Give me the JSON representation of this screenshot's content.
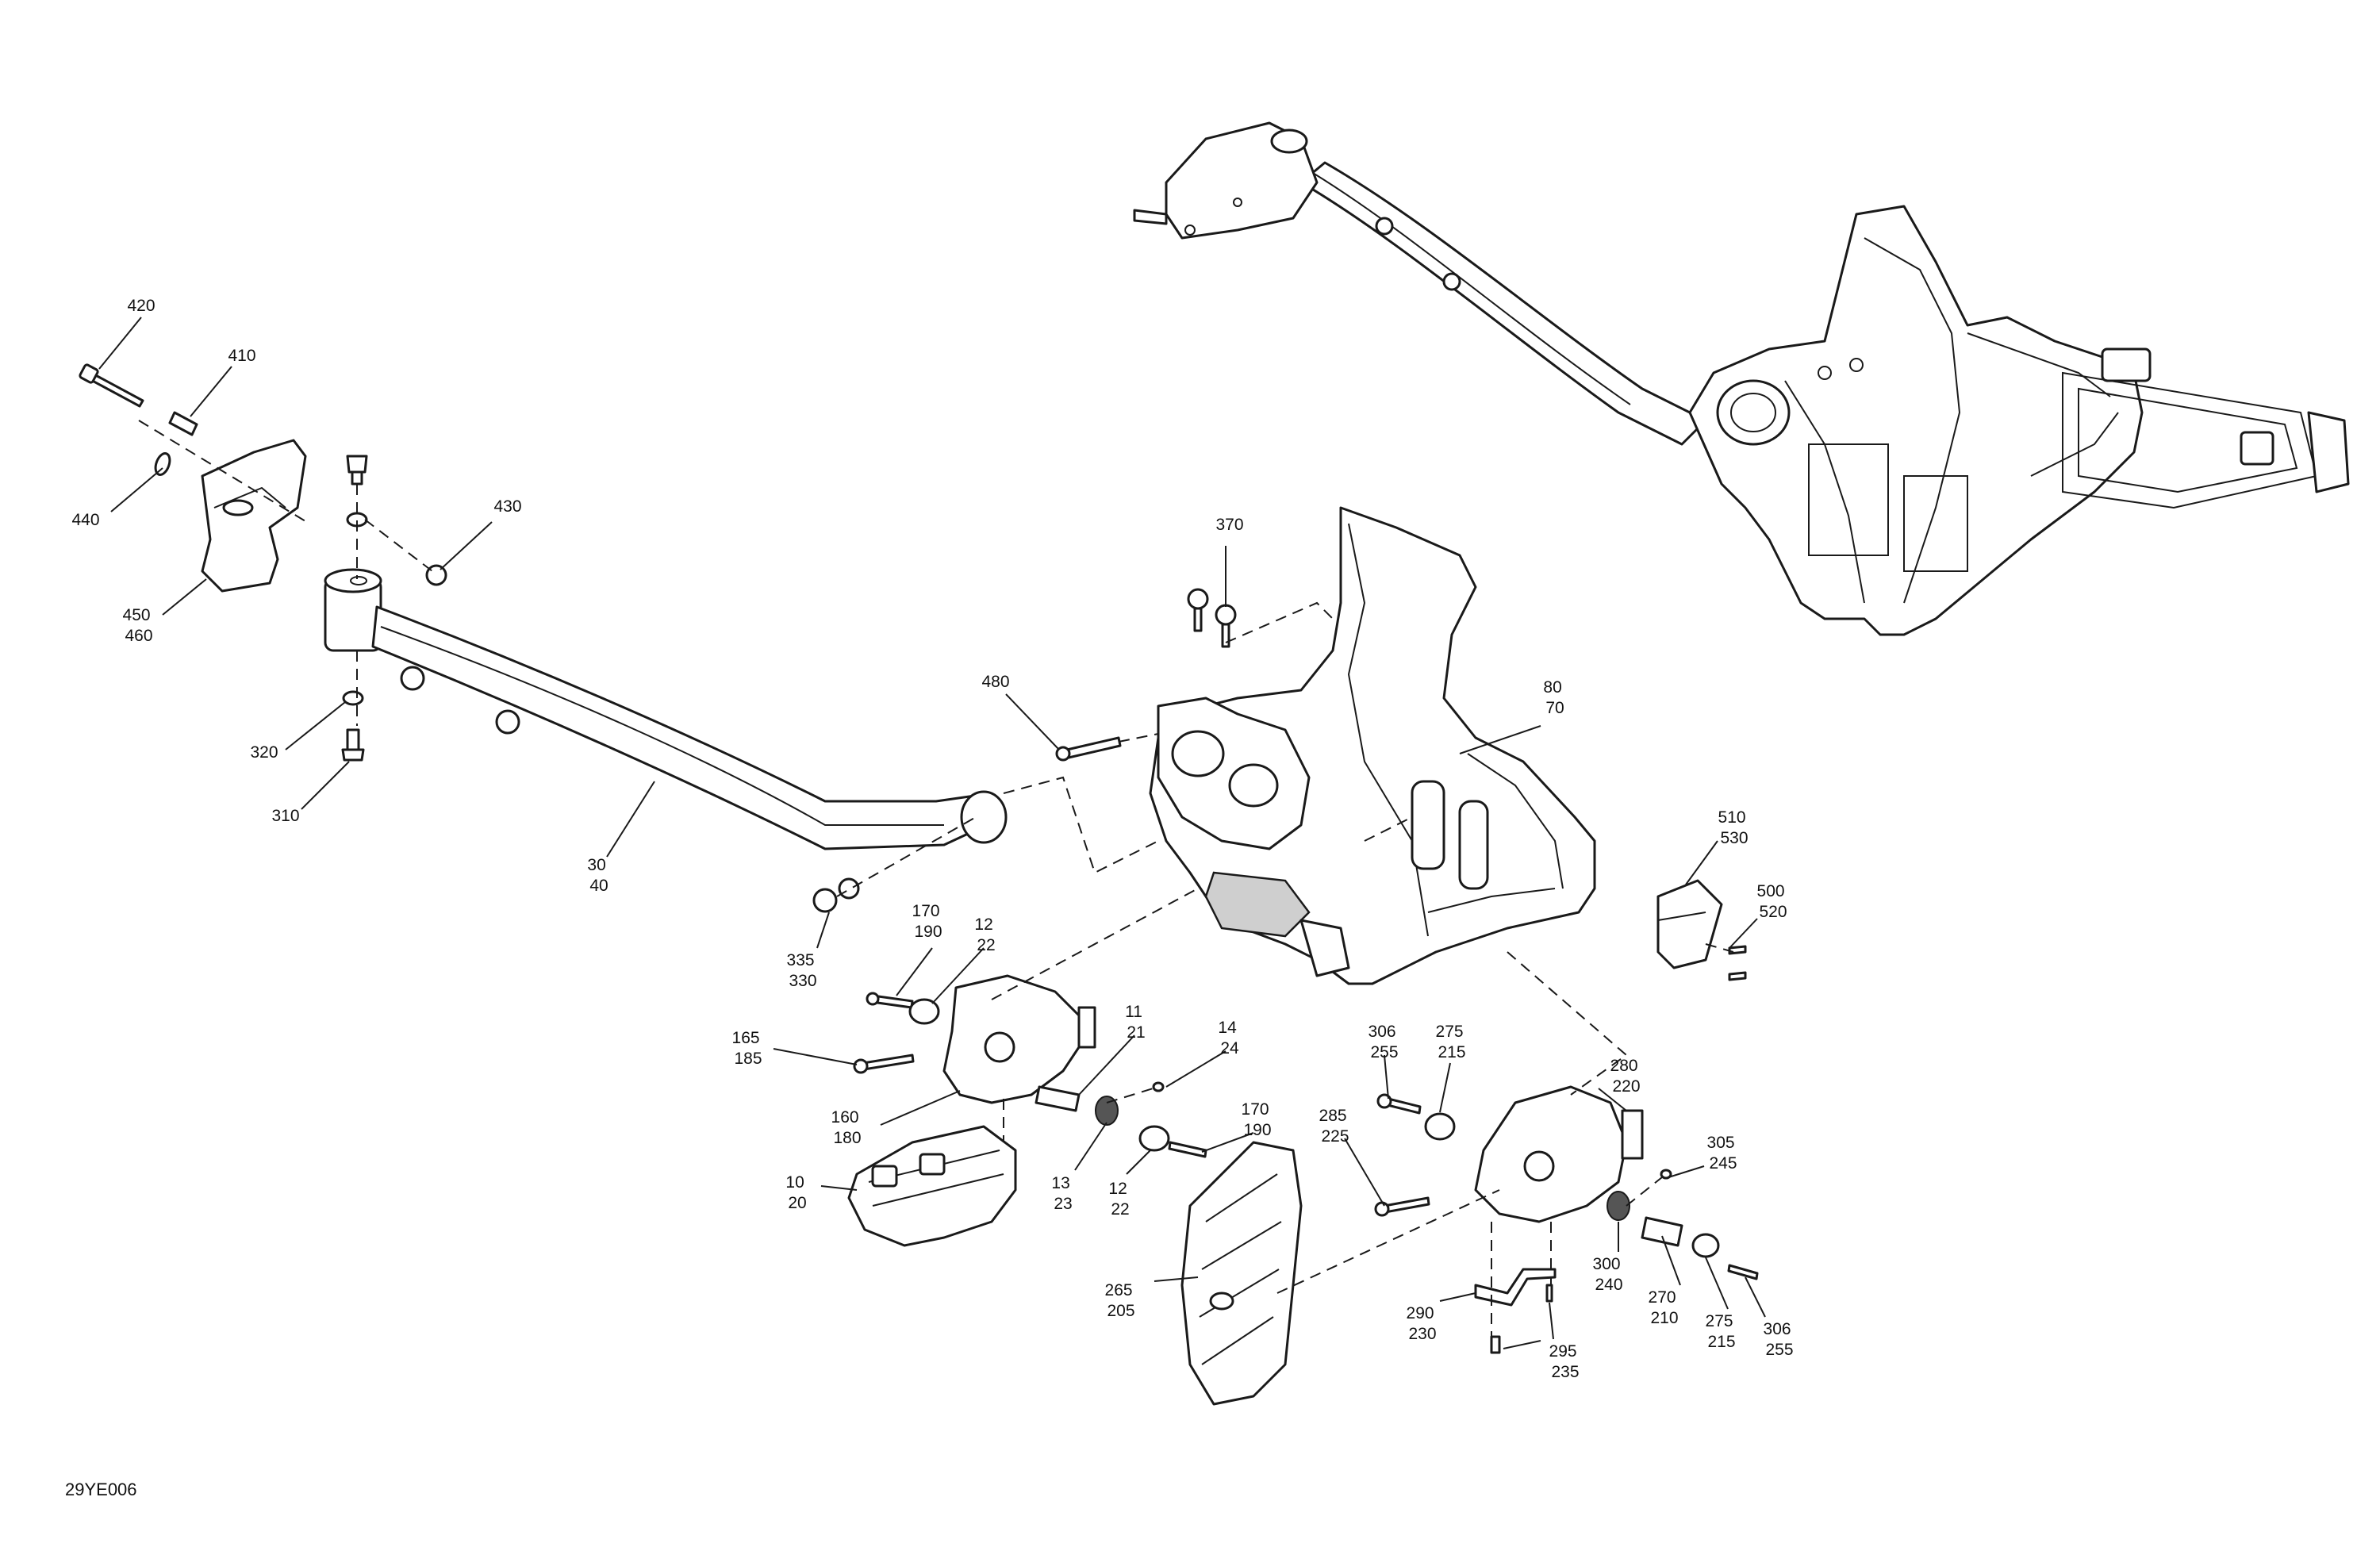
{
  "diagram_code": "29YE006",
  "callouts": [
    {
      "id": "c420",
      "lines": [
        "420"
      ]
    },
    {
      "id": "c410",
      "lines": [
        "410"
      ]
    },
    {
      "id": "c440",
      "lines": [
        "440"
      ]
    },
    {
      "id": "c430",
      "lines": [
        "430"
      ]
    },
    {
      "id": "c450",
      "lines": [
        "450",
        "460"
      ]
    },
    {
      "id": "c320",
      "lines": [
        "320"
      ]
    },
    {
      "id": "c310",
      "lines": [
        "310"
      ]
    },
    {
      "id": "c30",
      "lines": [
        "30",
        "40"
      ]
    },
    {
      "id": "c370",
      "lines": [
        "370"
      ]
    },
    {
      "id": "c480",
      "lines": [
        "480"
      ]
    },
    {
      "id": "c80",
      "lines": [
        "80",
        "70"
      ]
    },
    {
      "id": "c510",
      "lines": [
        "510",
        "530"
      ]
    },
    {
      "id": "c500",
      "lines": [
        "500",
        "520"
      ]
    },
    {
      "id": "c335",
      "lines": [
        "335",
        "330"
      ]
    },
    {
      "id": "c170a",
      "lines": [
        "170",
        "190"
      ]
    },
    {
      "id": "c12a",
      "lines": [
        "12",
        "22"
      ]
    },
    {
      "id": "c165",
      "lines": [
        "165",
        "185"
      ]
    },
    {
      "id": "c11",
      "lines": [
        "11",
        "21"
      ]
    },
    {
      "id": "c14",
      "lines": [
        "14",
        "24"
      ]
    },
    {
      "id": "c160",
      "lines": [
        "160",
        "180"
      ]
    },
    {
      "id": "c170b",
      "lines": [
        "170",
        "190"
      ]
    },
    {
      "id": "c10",
      "lines": [
        "10",
        "20"
      ]
    },
    {
      "id": "c13",
      "lines": [
        "13",
        "23"
      ]
    },
    {
      "id": "c12b",
      "lines": [
        "12",
        "22"
      ]
    },
    {
      "id": "c265",
      "lines": [
        "265",
        "205"
      ]
    },
    {
      "id": "c306a",
      "lines": [
        "306",
        "255"
      ]
    },
    {
      "id": "c275a",
      "lines": [
        "275",
        "215"
      ]
    },
    {
      "id": "c285",
      "lines": [
        "285",
        "225"
      ]
    },
    {
      "id": "c280",
      "lines": [
        "280",
        "220"
      ]
    },
    {
      "id": "c305",
      "lines": [
        "305",
        "245"
      ]
    },
    {
      "id": "c300",
      "lines": [
        "300",
        "240"
      ]
    },
    {
      "id": "c270",
      "lines": [
        "270",
        "210"
      ]
    },
    {
      "id": "c275b",
      "lines": [
        "275",
        "215"
      ]
    },
    {
      "id": "c306b",
      "lines": [
        "306",
        "255"
      ]
    },
    {
      "id": "c290",
      "lines": [
        "290",
        "230"
      ]
    },
    {
      "id": "c295",
      "lines": [
        "295",
        "235"
      ]
    }
  ]
}
